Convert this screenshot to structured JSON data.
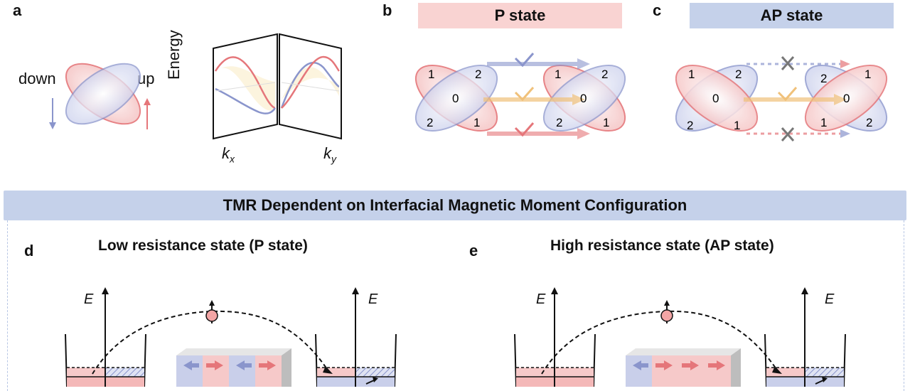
{
  "panels": {
    "a": {
      "letter": "a",
      "down_label": "down",
      "up_label": "up",
      "energy_label": "Energy",
      "kx_label": "k",
      "kx_sub": "x",
      "ky_label": "k",
      "ky_sub": "y"
    },
    "b": {
      "letter": "b",
      "title": "P state",
      "left_labels": [
        "1",
        "2",
        "0",
        "2",
        "1"
      ],
      "right_labels": [
        "1",
        "2",
        "0",
        "2",
        "1"
      ]
    },
    "c": {
      "letter": "c",
      "title": "AP state",
      "left_labels": [
        "1",
        "2",
        "0",
        "2",
        "1"
      ],
      "right_labels": [
        "2",
        "1",
        "0",
        "1",
        "2"
      ]
    },
    "d": {
      "letter": "d",
      "title": "Low resistance state (P state)",
      "energy_left": "E",
      "energy_right": "E"
    },
    "e": {
      "letter": "e",
      "title": "High resistance state (AP state)",
      "energy_left": "E",
      "energy_right": "E"
    }
  },
  "banner": "TMR Dependent on Interfacial Magnetic Moment Configuration",
  "colors": {
    "red": "#e5767a",
    "red_fill": "#f6c9c9",
    "blue": "#8a95cc",
    "blue_fill": "#c9cfea",
    "orange": "#f0c17a",
    "banner": "#c5d1ea",
    "p_box": "#f9d3d2",
    "ap_box": "#c5d1ea"
  }
}
